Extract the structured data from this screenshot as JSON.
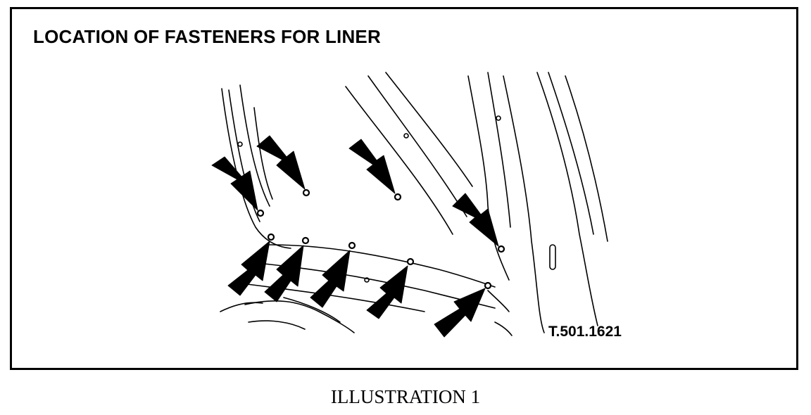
{
  "diagram": {
    "title": "LOCATION OF FASTENERS FOR LINER",
    "reference": "T.501.1621"
  },
  "caption": "ILLUSTRATION 1",
  "fastener_icon": "fastener-arrow-icon"
}
